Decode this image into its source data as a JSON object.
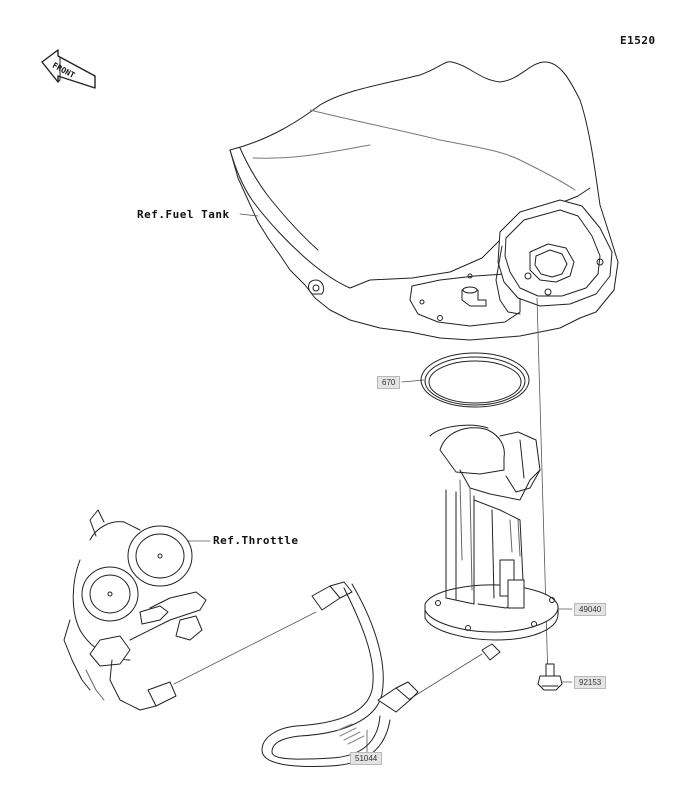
{
  "diagram_code": "E1520",
  "front_label": "FRONT",
  "references": {
    "fuel_tank": "Ref.Fuel Tank",
    "throttle": "Ref.Throttle"
  },
  "parts": {
    "gasket": "670",
    "fuel_pump": "49040",
    "bolt": "92153",
    "hose": "51044"
  }
}
